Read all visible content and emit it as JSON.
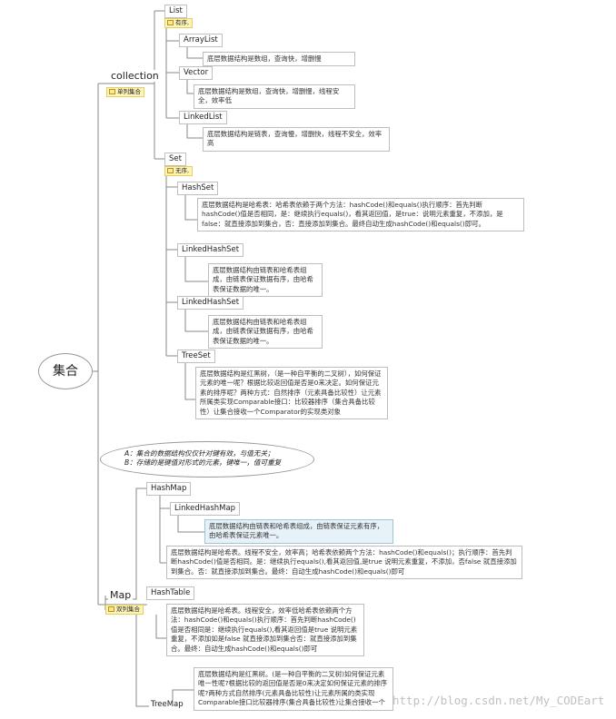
{
  "root": {
    "label": "集合"
  },
  "collection": {
    "label": "collection",
    "tag": "单列集合",
    "list": {
      "label": "List",
      "tag": "有序,",
      "arraylist": {
        "label": "ArrayList",
        "desc": "底层数据结构是数组，查询快，增删慢"
      },
      "vector": {
        "label": "Vector",
        "desc": "底层数据结构是数组，查询快，增删慢，线程安全，效率低"
      },
      "linkedlist": {
        "label": "LinkedList",
        "desc": "底层数据结构是链表，查询慢，增删快，线程不安全，效率高"
      }
    },
    "set": {
      "label": "Set",
      "tag": "无序,",
      "hashset": {
        "label": "HashSet",
        "desc": "底层数据结构是哈希表：哈希表依赖于两个方法：hashCode()和equals()执行顺序：首先判断hashCode()值是否相同，是：继续执行equals()，看其返回值，是true：说明元素重复，不添加，是false：就直接添加到集合，否：直接添加到集合。最终自动生成hashCode()和equals()即可。"
      },
      "linkedhashset1": {
        "label": "LinkedHashSet",
        "desc": "底层数据结构由链表和哈希表组成，由链表保证数据有序，由哈希表保证数据的唯一。"
      },
      "linkedhashset2": {
        "label": "LinkedHashSet",
        "desc": "底层数据结构由链表和哈希表组成，由链表保证数据有序，由哈希表保证数据的唯一。"
      },
      "treeset": {
        "label": "TreeSet",
        "desc": "底层数据结构是红黑树，（是一种自平衡的二叉树），如何保证元素的唯一呢？根据比较返回值是否是0来决定。如何保证元素的排序呢？两种方式：自然排序（元素具备比较性）让元素所属类实现Comparable接口：比较器排序（集合具备比较性）让集合接收一个Comparator的实现类对象"
      }
    }
  },
  "note": {
    "line1": "A：集合的数据结构仅仅针对键有效，与值无关；",
    "line2": "B：存储的是键值对形式的元素，键唯一，值可重复"
  },
  "map": {
    "label": "Map",
    "tag": "双列集合",
    "hashmap": {
      "label": "HashMap",
      "desc": "底层数据结构是哈希表。线程不安全，效率高；哈希表依赖两个方法：hashCode()和equals()；执行顺序：首先判断hashCode()值是否相同。是：继续执行equals(),看其返回值,是true 说明元素重复，不添加，否false 就直接添加到集合。否：就直接添加到集合。最终：自动生成hashCode()和equals()即可"
    },
    "linkedhashmap": {
      "label": "LinkedHashMap",
      "desc": "底层数据结构由链表和哈希表组成，由链表保证元素有序，由哈希表保证元素唯一。"
    },
    "hashtable": {
      "label": "HashTable",
      "desc": "底层数据结构是哈希表。线程安全，效率低哈希表依赖两个方法：hashCode()和equals()执行顺序：首先判断hashCode()值是否相同是：继续执行equals(),看其返回值是true 说明元素重复，不添加如是false 就直接添加到集合否：就直接添加到集合。最终：自动生成hashCode()和equals()即可"
    },
    "treemap": {
      "label": "TreeMap",
      "desc": "底层数据结构是红黑树。(是一种自平衡的二叉树)如何保证元素唯一性呢?根据比较的返回值是否是0来决定如何保证元素的排序呢?两种方式自然排序(元素具备比较性)让元素所属的类实现Comparable接口比较器排序(集合具备比较性)让集合接收一个"
    }
  },
  "watermark": "http://blog.csdn.net/My_CODEart"
}
